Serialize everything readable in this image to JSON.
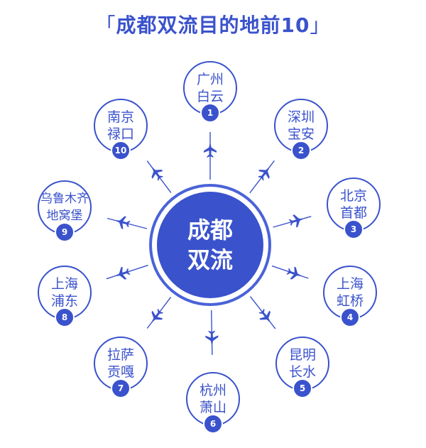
{
  "title": {
    "open_bracket": "「",
    "text": "成都双流目的地前10",
    "close_bracket": "」"
  },
  "center": {
    "line1": "成都",
    "line2": "双流"
  },
  "destinations": [
    {
      "rank": "1",
      "line1": "广州",
      "line2": "白云"
    },
    {
      "rank": "2",
      "line1": "深圳",
      "line2": "宝安"
    },
    {
      "rank": "3",
      "line1": "北京",
      "line2": "首都"
    },
    {
      "rank": "4",
      "line1": "上海",
      "line2": "虹桥"
    },
    {
      "rank": "5",
      "line1": "昆明",
      "line2": "长水"
    },
    {
      "rank": "6",
      "line1": "杭州",
      "line2": "萧山"
    },
    {
      "rank": "7",
      "line1": "拉萨",
      "line2": "贡嘎"
    },
    {
      "rank": "8",
      "line1": "上海",
      "line2": "浦东"
    },
    {
      "rank": "9",
      "line1": "乌鲁木齐",
      "line2": "地窝堡"
    },
    {
      "rank": "10",
      "line1": "南京",
      "line2": "禄口"
    }
  ],
  "colors": {
    "primary": "#3a52cc",
    "background": "#ffffff"
  },
  "icons": {
    "route": "airplane-icon"
  }
}
